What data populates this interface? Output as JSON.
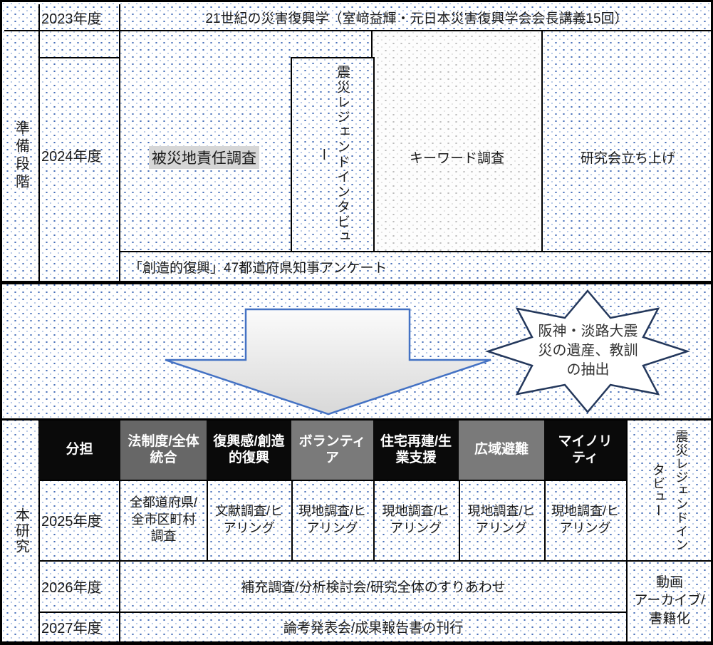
{
  "colors": {
    "grid_line": "#000000",
    "dot_blue": "#4a71ba",
    "dot_gray": "#bdbdbd",
    "header_black": "#0a0a0a",
    "header_gray_dark": "#676767",
    "header_gray": "#7a7a7a",
    "arrow_stroke": "#4472c4",
    "arrow_fill_top": "#fbfbfb",
    "arrow_fill_bottom": "#d8d8d8",
    "star_stroke": "#24385c",
    "star_fill": "#ffffff",
    "highlight_bg": "#d6d6d6"
  },
  "top": {
    "stage_label": "準備段階",
    "year_2023": "2023年度",
    "year_2024": "2024年度",
    "lecture_title": "21世紀の災害復興学（室﨑益輝・元日本災害復興学会会長講義15回）",
    "hisaichi_survey": "被災地責任調査",
    "legend_interview_vertical": "震災レジェンドインタビュー",
    "keyword_survey": "キーワード調査",
    "kenkyukai": "研究会立ち上げ",
    "governor_survey": "「創造的復興」47都道府県知事アンケート"
  },
  "middle": {
    "star_text": "阪神・淡路大震\n災の遺産、教訓\nの抽出"
  },
  "bottom": {
    "stage_label": "本研究",
    "header": [
      {
        "label": "分担",
        "bg": "#0a0a0a"
      },
      {
        "label": "法制度/全体\n統合",
        "bg": "#676767"
      },
      {
        "label": "復興感/創造\n的復興",
        "bg": "#0a0a0a"
      },
      {
        "label": "ボランティ\nア",
        "bg": "#7a7a7a"
      },
      {
        "label": "住宅再建/生\n業支援",
        "bg": "#0a0a0a"
      },
      {
        "label": "広域避難",
        "bg": "#7a7a7a"
      },
      {
        "label": "マイノリ\nティ",
        "bg": "#0a0a0a"
      }
    ],
    "year_2025": "2025年度",
    "year_2026": "2026年度",
    "year_2027": "2027年度",
    "row_2025": [
      "全都道府県/\n全市区町村\n調査",
      "文献調査/ヒ\nアリング",
      "現地調査/ヒ\nアリング",
      "現地調査/ヒ\nアリング",
      "現地調査/ヒ\nアリング",
      "現地調査/ヒ\nアリング"
    ],
    "row_2026": "補充調査/分析検討会/研究全体のすりあわせ",
    "row_2027": "論考発表会/成果報告書の刊行",
    "right_top_vertical": "震災レジェンドイン\nタビュー",
    "right_bottom": "動画\nアーカイブ/\n書籍化"
  }
}
